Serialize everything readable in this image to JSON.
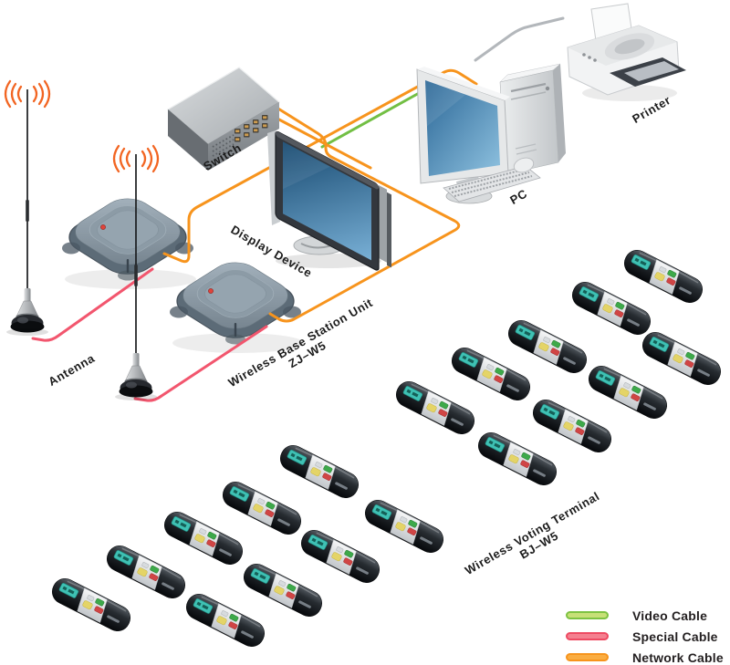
{
  "labels": {
    "switch": "Switch",
    "display_device": "Display Device",
    "pc": "PC",
    "printer": "Printer",
    "antenna": "Antenna",
    "base_station_line1": "Wireless Base Station Unit",
    "base_station_line2": "ZJ–W5",
    "voting_terminal_line1": "Wireless Voting Terminal",
    "voting_terminal_line2": "BJ–W5"
  },
  "legend": {
    "items": [
      {
        "label": "Video Cable",
        "border": "#7dc242",
        "fill": "#c7e077"
      },
      {
        "label": "Special Cable",
        "border": "#ee4a62",
        "fill": "#f4808f"
      },
      {
        "label": "Network Cable",
        "border": "#f7941d",
        "fill": "#faad42"
      }
    ]
  },
  "colors": {
    "network_cable": "#f7941d",
    "video_cable": "#72bf44",
    "special_cable": "#f2566e",
    "printer_cable": "#b3b7bb",
    "signal_waves": "#f26522"
  },
  "devices": {
    "antenna_count": 2,
    "base_station_count": 2,
    "voting_terminal_count": 18
  },
  "terminals": {
    "positions": [
      [
        727,
        303
      ],
      [
        670,
        338
      ],
      [
        600,
        380
      ],
      [
        747,
        393
      ],
      [
        538,
        410
      ],
      [
        688,
        430
      ],
      [
        477,
        447
      ],
      [
        627,
        467
      ],
      [
        567,
        503
      ],
      [
        350,
        517
      ],
      [
        287,
        557
      ],
      [
        443,
        577
      ],
      [
        223,
        590
      ],
      [
        373,
        610
      ],
      [
        160,
        627
      ],
      [
        310,
        647
      ],
      [
        100,
        663
      ],
      [
        247,
        680
      ]
    ]
  }
}
